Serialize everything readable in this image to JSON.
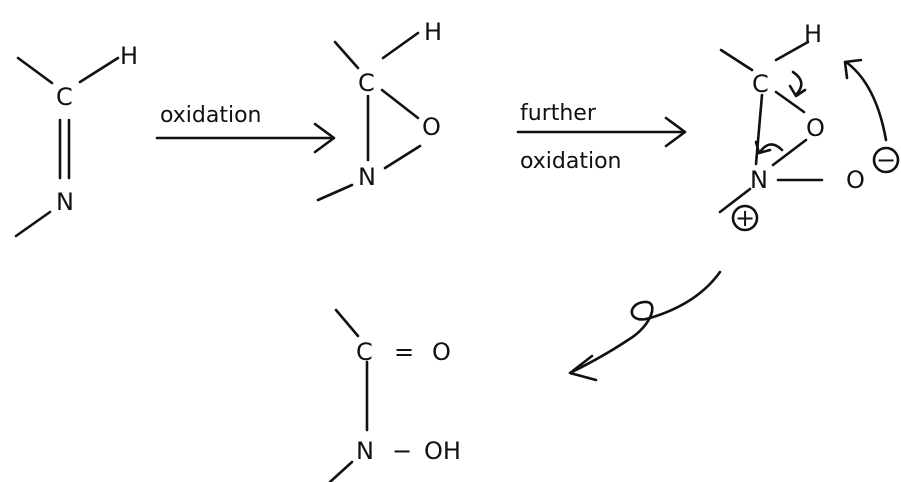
{
  "atoms": {
    "imine_c": "C",
    "imine_h": "H",
    "imine_n": "N",
    "ox_c": "C",
    "ox_h": "H",
    "ox_o": "O",
    "ox_n": "N",
    "int_c": "C",
    "int_h": "H",
    "int_o": "O",
    "int_n": "N",
    "int_o_minus": "O",
    "prod_c": "C",
    "prod_eq": "=",
    "prod_o": "O",
    "prod_n": "N",
    "prod_dash": "−",
    "prod_oh": "OH"
  },
  "charges": {
    "plus": "+",
    "minus": "−"
  },
  "arrows": {
    "step1_label": "oxidation",
    "step2_label_line1": "further",
    "step2_label_line2": "oxidation"
  },
  "colors": {
    "ink": "#111111",
    "background": "#ffffff"
  }
}
